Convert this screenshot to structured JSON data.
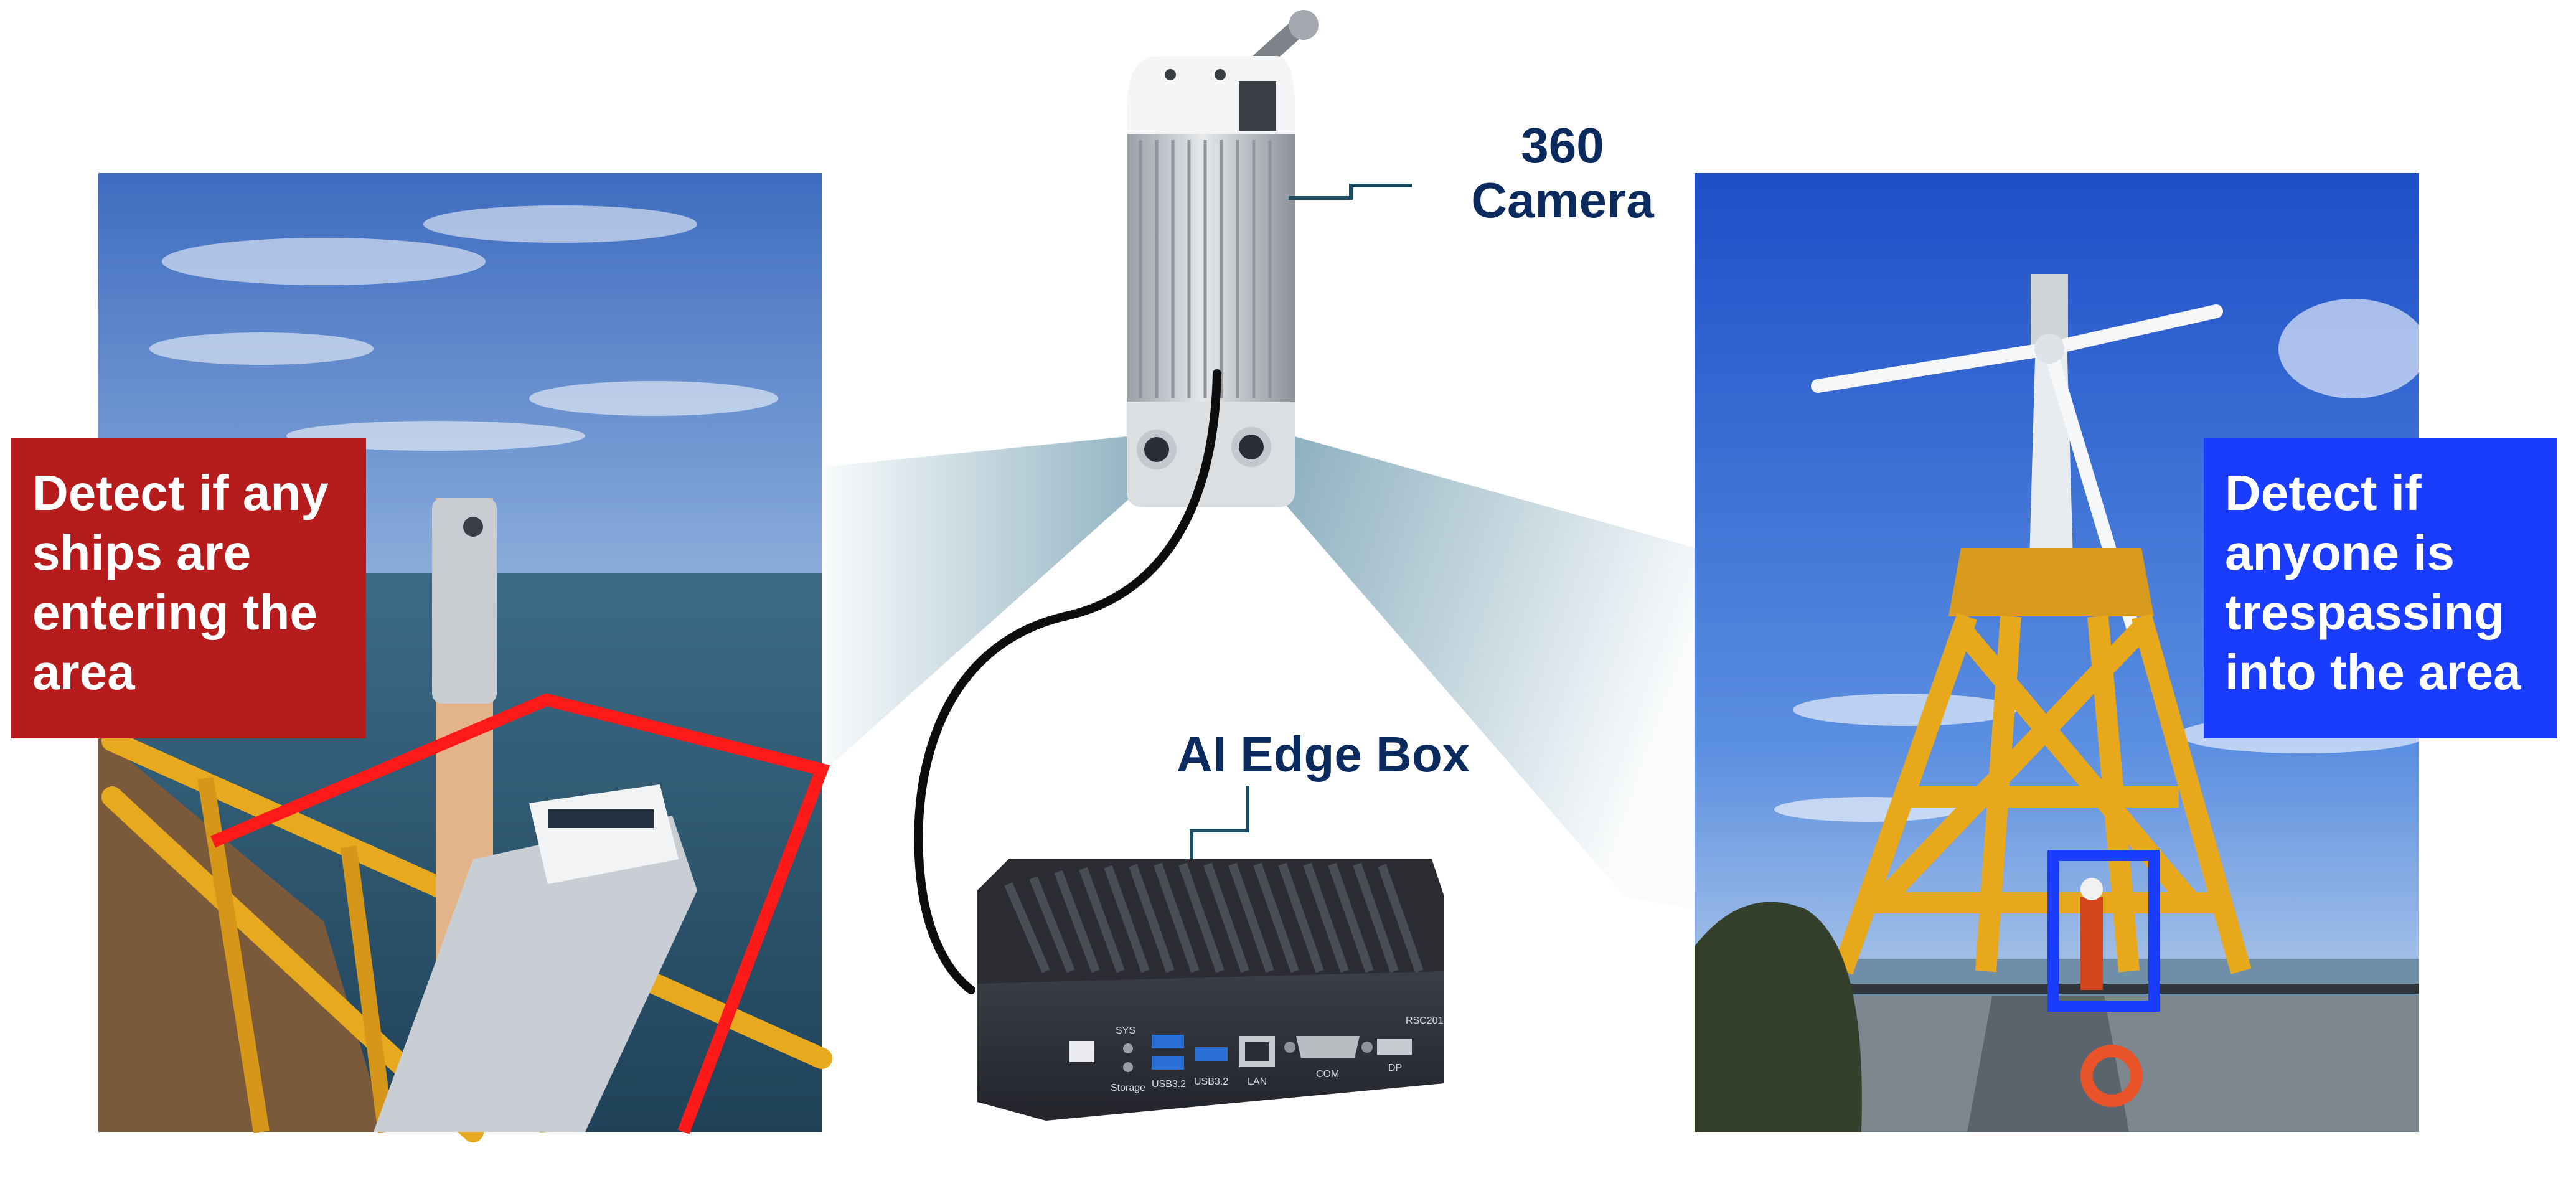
{
  "labels": {
    "camera_title": "360\nCamera",
    "edge_box_title": "AI Edge Box",
    "left_callout": "Detect if any\nships are\nentering the\narea",
    "right_callout": "Detect if\nanyone is\ntrespassing\ninto the area"
  },
  "edge_box": {
    "model": "RSC201",
    "ports": {
      "sys": "SYS",
      "storage": "Storage",
      "usb_a": "USB3.2",
      "usb_b": "USB3.2",
      "lan": "LAN",
      "com": "COM",
      "dp": "DP"
    }
  },
  "colors": {
    "title": "#0b2a5e",
    "left_callout_bg": "#b71c1c",
    "right_callout_bg": "#1a3cff",
    "zone_line": "#ff1a1a",
    "detection_box": "#1a3cff",
    "beam": "#7fa7b8"
  },
  "icons": {
    "camera": "360-camera-icon",
    "edge_box": "edge-box-device-icon"
  }
}
